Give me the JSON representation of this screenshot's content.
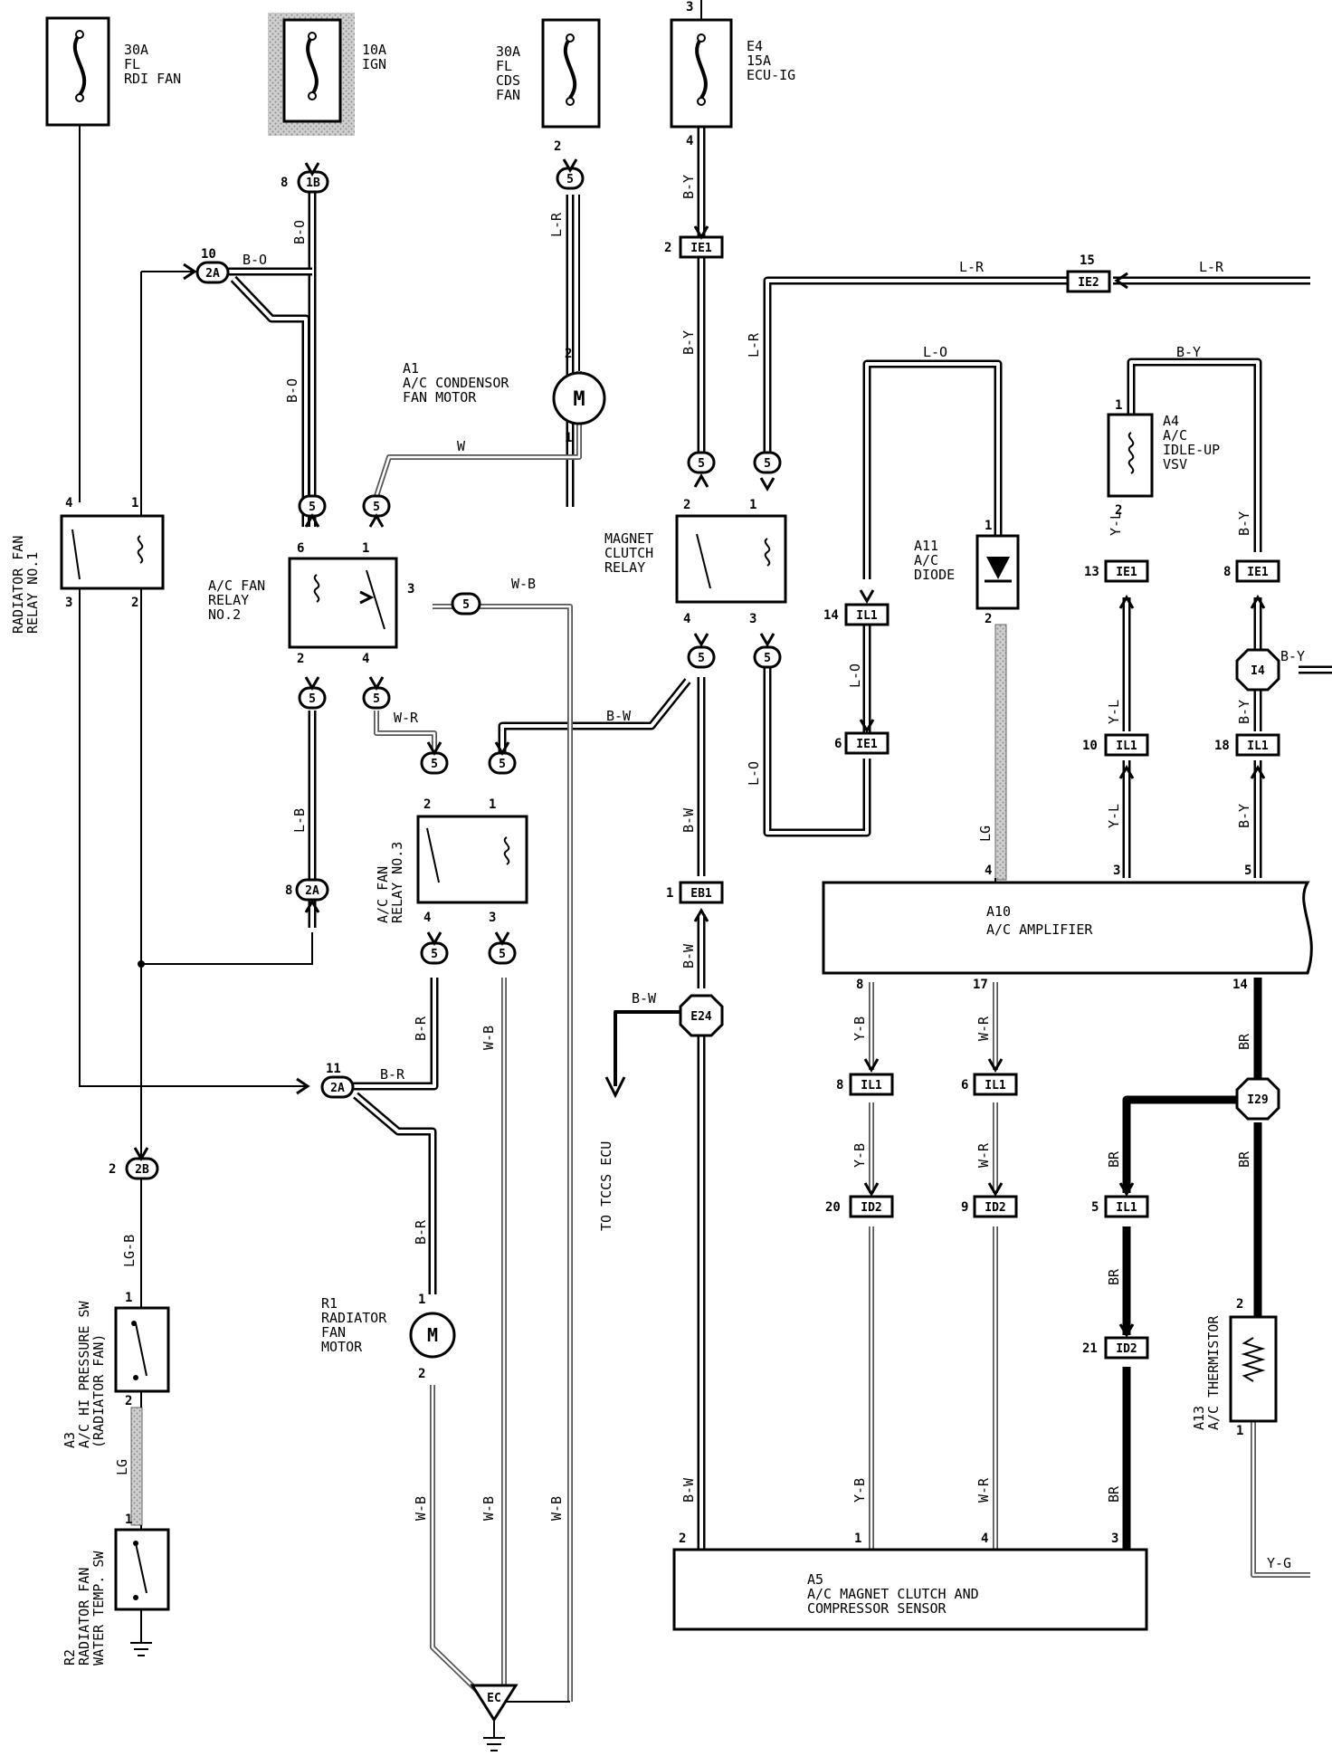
{
  "fuses": [
    {
      "id": "fuse-rdi-fan",
      "lines": [
        "30A",
        "FL",
        "RDI FAN"
      ]
    },
    {
      "id": "fuse-ign",
      "lines": [
        "10A",
        "IGN"
      ]
    },
    {
      "id": "fuse-cds-fan",
      "lines": [
        "30A",
        "FL",
        "CDS",
        "FAN"
      ]
    },
    {
      "id": "fuse-ecu-ig",
      "lines": [
        "E4",
        "15A",
        "ECU-IG"
      ]
    }
  ],
  "components": {
    "a1": [
      "A1",
      "A/C CONDENSOR",
      "FAN MOTOR"
    ],
    "a4": [
      "A4",
      "A/C",
      "IDLE-UP",
      "VSV"
    ],
    "a11": [
      "A11",
      "A/C",
      "DIODE"
    ],
    "fan_relay_2": [
      "A/C FAN",
      "RELAY",
      "NO.2"
    ],
    "magnet_relay": [
      "MAGNET",
      "CLUTCH",
      "RELAY"
    ],
    "fan_relay_3": [
      "A/C FAN",
      "RELAY NO.3"
    ],
    "rad_relay_1": [
      "RADIATOR FAN",
      "RELAY NO.1"
    ],
    "a10": [
      "A10",
      "A/C AMPLIFIER"
    ],
    "r1": [
      "R1",
      "RADIATOR",
      "FAN",
      "MOTOR"
    ],
    "a3": [
      "A3",
      "A/C HI PRESSURE SW",
      "(RADIATOR FAN)"
    ],
    "r2": [
      "R2",
      "RADIATOR FAN",
      "WATER TEMP. SW"
    ],
    "a13": [
      "A13",
      "A/C THERMISTOR"
    ],
    "a5": [
      "A5",
      "A/C MAGNET CLUTCH AND",
      "COMPRESSOR SENSOR"
    ],
    "to_tccs": "TO TCCS ECU",
    "ec": "EC",
    "motor_symbol": "M"
  },
  "connectors": {
    "ib": "1B",
    "twoA": "2A",
    "twoB": "2B",
    "five": "5",
    "ie1": "IE1",
    "ie2": "IE2",
    "il1": "IL1",
    "id2": "ID2",
    "eb1": "EB1",
    "e24": "E24",
    "i4": "I4",
    "i29": "I29"
  },
  "wires": {
    "bo": "B-O",
    "lr": "L-R",
    "by": "B-Y",
    "w": "W",
    "wb": "W-B",
    "bw": "B-W",
    "lo": "L-O",
    "lg": "LG",
    "yl": "Y-L",
    "lb": "L-B",
    "wr": "W-R",
    "br": "B-R",
    "lgb": "LG-B",
    "yb": "Y-B",
    "brn": "BR",
    "yg": "Y-G"
  },
  "pins": {
    "p1": "1",
    "p2": "2",
    "p3": "3",
    "p4": "4",
    "p5": "5",
    "p6": "6",
    "p8": "8",
    "p9": "9",
    "p10": "10",
    "p11": "11",
    "p13": "13",
    "p14": "14",
    "p15": "15",
    "p17": "17",
    "p18": "18",
    "p20": "20",
    "p21": "21"
  }
}
